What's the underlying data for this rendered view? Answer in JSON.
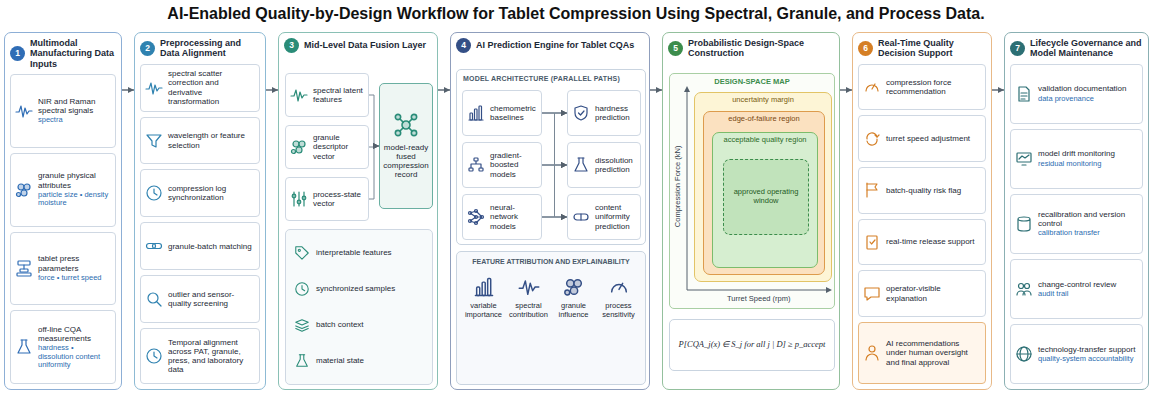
{
  "diagram": {
    "title": "AI-Enabled Quality-by-Design Workflow for Tablet Compression Using Spectral, Granule, and Process Data.",
    "nodes": [
      {
        "text": [
          "1",
          "Multimodal Manufacturing Data Inputs"
        ]
      },
      {
        "text": [
          "NIR and Raman spectral signals",
          "spectra"
        ],
        "in": 0
      },
      {
        "text": [
          "granule physical attributes",
          "particle size • density moisture"
        ],
        "in": 0
      },
      {
        "text": [
          "tablet press parameters",
          "force • turret speed"
        ],
        "in": 0
      },
      {
        "text": [
          "off-line CQA measurements",
          "hardness • dissolution content uniformity"
        ],
        "in": 0
      },
      {
        "text": [
          "2",
          "Preprocessing and Data Alignment"
        ]
      },
      {
        "text": [
          "spectral scatter correction and derivative transformation"
        ],
        "in": 5
      },
      {
        "text": [
          "wavelength or feature selection"
        ],
        "in": 5
      },
      {
        "text": [
          "compression log synchronization"
        ],
        "in": 5
      },
      {
        "text": [
          "granule-batch matching"
        ],
        "in": 5
      },
      {
        "text": [
          "outlier and sensor-quality screening"
        ],
        "in": 5
      },
      {
        "text": [
          "Temporal alignment across PAT, granule, press, and laboratory data"
        ],
        "in": 5
      },
      {
        "text": [
          "3",
          "Mid-Level Data Fusion Layer"
        ]
      },
      {
        "text": [
          "spectral latent features"
        ],
        "in": 12
      },
      {
        "text": [
          "granule descriptor vector"
        ],
        "in": 12
      },
      {
        "text": [
          "process-state vector"
        ],
        "in": 12
      },
      {
        "text": [
          "model-ready fused compression record"
        ],
        "in": 12
      },
      {
        "text": [
          "interpretable features",
          "synchronized samples",
          "batch context",
          "material state"
        ],
        "in": 12
      },
      {
        "text": [
          "4",
          "AI Prediction Engine for Tablet CQAs"
        ]
      },
      {
        "text": [
          "MODEL ARCHITECTURE (PARALLEL PATHS)"
        ],
        "in": 18
      },
      {
        "text": [
          "chemometric baselines"
        ],
        "in": 19
      },
      {
        "text": [
          "gradient-boosted models"
        ],
        "in": 19
      },
      {
        "text": [
          "neural-network models"
        ],
        "in": 19
      },
      {
        "text": [
          "hardness prediction"
        ],
        "in": 19
      },
      {
        "text": [
          "dissolution prediction"
        ],
        "in": 19
      },
      {
        "text": [
          "content uniformity prediction"
        ],
        "in": 19
      },
      {
        "text": [
          "FEATURE ATTRIBUTION AND EXPLAINABILITY",
          "variable importance",
          "spectral contribution",
          "granule influence",
          "process sensitivity"
        ],
        "in": 18
      },
      {
        "text": [
          "5",
          "Probabilistic Design-Space Construction"
        ]
      },
      {
        "text": [
          "DESIGN-SPACE MAP"
        ],
        "in": 27
      },
      {
        "text": [
          "uncertainty margin"
        ],
        "in": 28
      },
      {
        "text": [
          "edge-of-failure region"
        ],
        "in": 29
      },
      {
        "text": [
          "acceptable quality region"
        ],
        "in": 30
      },
      {
        "text": [
          "approved operating window"
        ],
        "in": 31
      },
      {
        "text": [
          "P[CQA_j(x) ∈ S_j for all j | D] ≥ p_accept"
        ],
        "in": 27
      },
      {
        "text": [
          "6",
          "Real-Time Quality Decision Support"
        ]
      },
      {
        "text": [
          "compression force recommendation"
        ],
        "in": 34
      },
      {
        "text": [
          "turret speed adjustment"
        ],
        "in": 34
      },
      {
        "text": [
          "batch-quality risk flag"
        ],
        "in": 34
      },
      {
        "text": [
          "real-time release support"
        ],
        "in": 34
      },
      {
        "text": [
          "operator-visible explanation"
        ],
        "in": 34
      },
      {
        "text": [
          "AI recommendations under human oversight and final approval"
        ],
        "in": 34
      },
      {
        "text": [
          "7",
          "Lifecycle Governance and Model Maintenance"
        ]
      },
      {
        "text": [
          "validation documentation",
          "data provenance"
        ],
        "in": 41
      },
      {
        "text": [
          "model drift monitoring",
          "residual monitoring"
        ],
        "in": 41
      },
      {
        "text": [
          "recalibration and version control",
          "calibration transfer"
        ],
        "in": 41
      },
      {
        "text": [
          "change-control review",
          "audit trail"
        ],
        "in": 41
      },
      {
        "text": [
          "technology-transfer support",
          "quality-system accountability"
        ],
        "in": 41
      }
    ],
    "edges": [
      {
        "from": 0,
        "to": 5,
        "arrow": "to"
      },
      {
        "from": 5,
        "to": 12,
        "arrow": "to"
      },
      {
        "from": 12,
        "to": 18,
        "arrow": "to"
      },
      {
        "from": 18,
        "to": 27,
        "arrow": "to"
      },
      {
        "from": 27,
        "to": 34,
        "arrow": "to"
      },
      {
        "from": 34,
        "to": 41,
        "arrow": "to"
      },
      {
        "from": 13,
        "to": 16,
        "arrow": "to"
      },
      {
        "from": 14,
        "to": 16,
        "arrow": "to"
      },
      {
        "from": 15,
        "to": 16,
        "arrow": "to"
      },
      {
        "from": 20,
        "to": 23,
        "arrow": "to"
      },
      {
        "from": 20,
        "to": 24,
        "arrow": "to"
      },
      {
        "from": 20,
        "to": 25,
        "arrow": "to"
      },
      {
        "from": 21,
        "to": 23,
        "arrow": "to"
      },
      {
        "from": 21,
        "to": 24,
        "arrow": "to"
      },
      {
        "from": 21,
        "to": 25,
        "arrow": "to"
      },
      {
        "from": 22,
        "to": 23,
        "arrow": "to"
      },
      {
        "from": 22,
        "to": 24,
        "arrow": "to"
      },
      {
        "from": 22,
        "to": 25,
        "arrow": "to"
      }
    ],
    "labels": [
      "Compression Force (kN)",
      "Turret Speed (rpm)"
    ]
  }
}
